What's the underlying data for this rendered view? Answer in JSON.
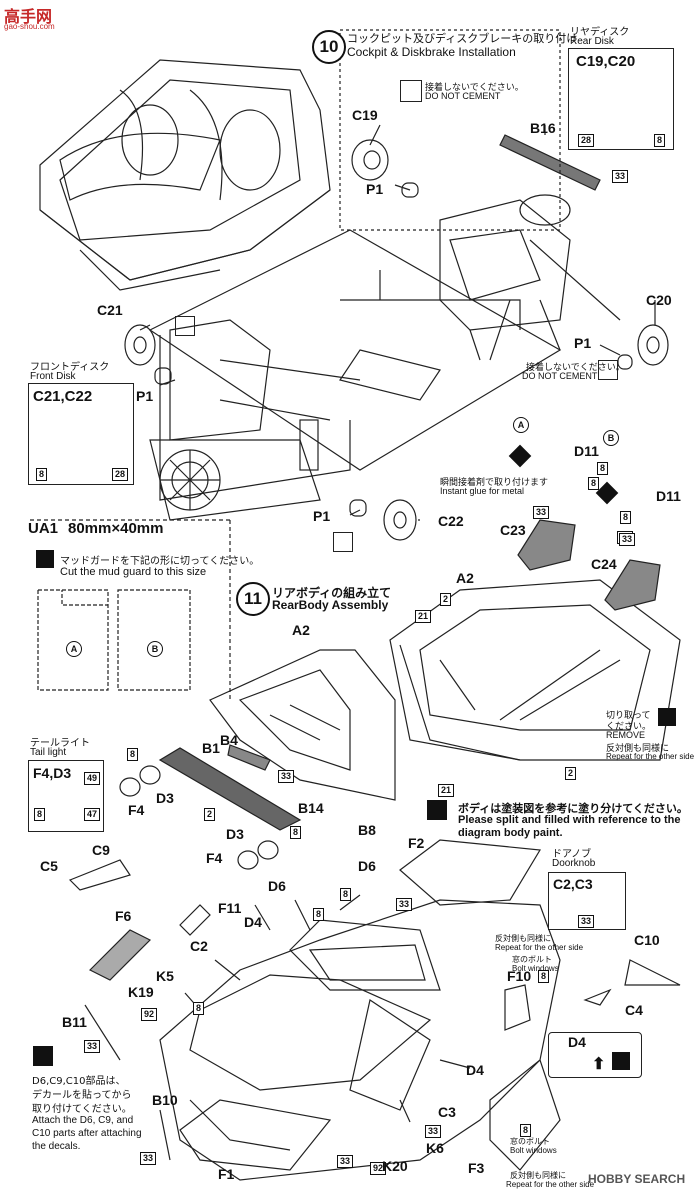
{
  "watermark_top": {
    "chars": "高手网",
    "url": "gao-shou.com"
  },
  "watermark_bottom": "HOBBY SEARCH",
  "step10": {
    "number": "10",
    "title_jp": "コックピット及びディスクブレーキの取り付け",
    "title_en": "Cockpit & Diskbrake Installation"
  },
  "rear_disk": {
    "title_jp": "リヤディスク",
    "title_en": "Rear Disk",
    "parts": "C19,C20",
    "codes": [
      "28",
      "8"
    ]
  },
  "front_disk": {
    "title_jp": "フロントディスク",
    "title_en": "Front Disk",
    "parts": "C21,C22",
    "codes": [
      "8",
      "28"
    ]
  },
  "no_cement_top": {
    "jp": "接着しないでください。",
    "en": "DO NOT CEMENT"
  },
  "no_cement_right": {
    "jp": "接着しないでください。",
    "en": "DO NOT CEMENT"
  },
  "parts10": {
    "c19": "C19",
    "p1a": "P1",
    "b16": "B16",
    "code33a": "33",
    "c21": "C21",
    "p1b": "P1",
    "c20": "C20",
    "p1c": "P1",
    "p1d": "P1",
    "c22": "C22"
  },
  "ua1": {
    "label": "UA1",
    "size": "80mm×40mm",
    "note_jp": "マッドガードを下記の形に切ってください。",
    "note_en": "Cut the mud guard to this size",
    "a": "A",
    "b": "B"
  },
  "step11": {
    "number": "11",
    "title_jp": "リアボディの組み立て",
    "title_en": "RearBody Assembly"
  },
  "tail_light": {
    "title_jp": "テールライト",
    "title_en": "Tail light",
    "parts": "F4,D3",
    "codes": [
      "49",
      "8",
      "47"
    ]
  },
  "doorknob": {
    "title_jp": "ドアノブ",
    "title_en": "Doorknob",
    "parts": "C2,C3",
    "code": "33"
  },
  "instant_glue": {
    "jp": "瞬間接着剤で取り付けます",
    "en": "Instant glue for metal"
  },
  "remove_note": {
    "jp1": "切り取って",
    "jp2": "ください。",
    "en1": "REMOVE",
    "jp3": "反対側も同様に",
    "en2": "Repeat for the other side"
  },
  "paint_note": {
    "jp": "ボディは塗装図を参考に塗り分けてください。",
    "en1": "Please split and filled with reference to the",
    "en2": "diagram body paint."
  },
  "repeat_note": {
    "jp": "反対側も同様に",
    "en": "Repeat for the other side"
  },
  "window_bolt1": {
    "jp": "窓のボルト",
    "en": "Bolt windows"
  },
  "window_bolt2": {
    "jp": "窓のボルト",
    "en": "Bolt windows"
  },
  "repeat_note2": {
    "jp": "反対側も同様に",
    "en": "Repeat for the other side"
  },
  "decal_note": {
    "jp1": "D6,C9,C10部品は、",
    "jp2": "デカールを貼ってから",
    "jp3": "取り付けてください。",
    "en1": "Attach the D6, C9, and",
    "en2": "C10 parts after attaching",
    "en3": "the decals."
  },
  "parts11": {
    "a2a": "A2",
    "a2b": "A2",
    "d11a": "D11",
    "d11b": "D11",
    "c23": "C23",
    "c24": "C24",
    "b1": "B1",
    "b4": "B4",
    "f4a": "F4",
    "d3a": "D3",
    "b14": "B14",
    "b8": "B8",
    "d3b": "D3",
    "f4b": "F4",
    "c5": "C5",
    "c9": "C9",
    "d6a": "D6",
    "d6b": "D6",
    "f2": "F2",
    "f6": "F6",
    "f11": "F11",
    "d4a": "D4",
    "c2": "C2",
    "k5": "K5",
    "k19": "K19",
    "b11": "B11",
    "f10": "F10",
    "c10": "C10",
    "c4": "C4",
    "d4b": "D4",
    "d4c": "D4",
    "b10": "B10",
    "c3": "C3",
    "k6": "K6",
    "f1": "F1",
    "k20": "K20",
    "f3": "F3"
  },
  "codes": {
    "c8a": "8",
    "c33b": "33",
    "c8b": "8",
    "c33c": "33",
    "c8c": "8",
    "c33d": "33",
    "c21a": "21",
    "c2a": "2",
    "c2b": "2",
    "c21b": "21",
    "c8d": "8",
    "c33e": "33",
    "c2c": "2",
    "c8e": "8",
    "c8f": "8",
    "c33f": "33",
    "c8g": "8",
    "c33g": "33",
    "c92a": "92",
    "c8h": "8",
    "c33h": "33",
    "c8i": "8",
    "c33i": "33",
    "c92b": "92",
    "c33j": "33",
    "c8j": "8",
    "c8k": "8"
  }
}
